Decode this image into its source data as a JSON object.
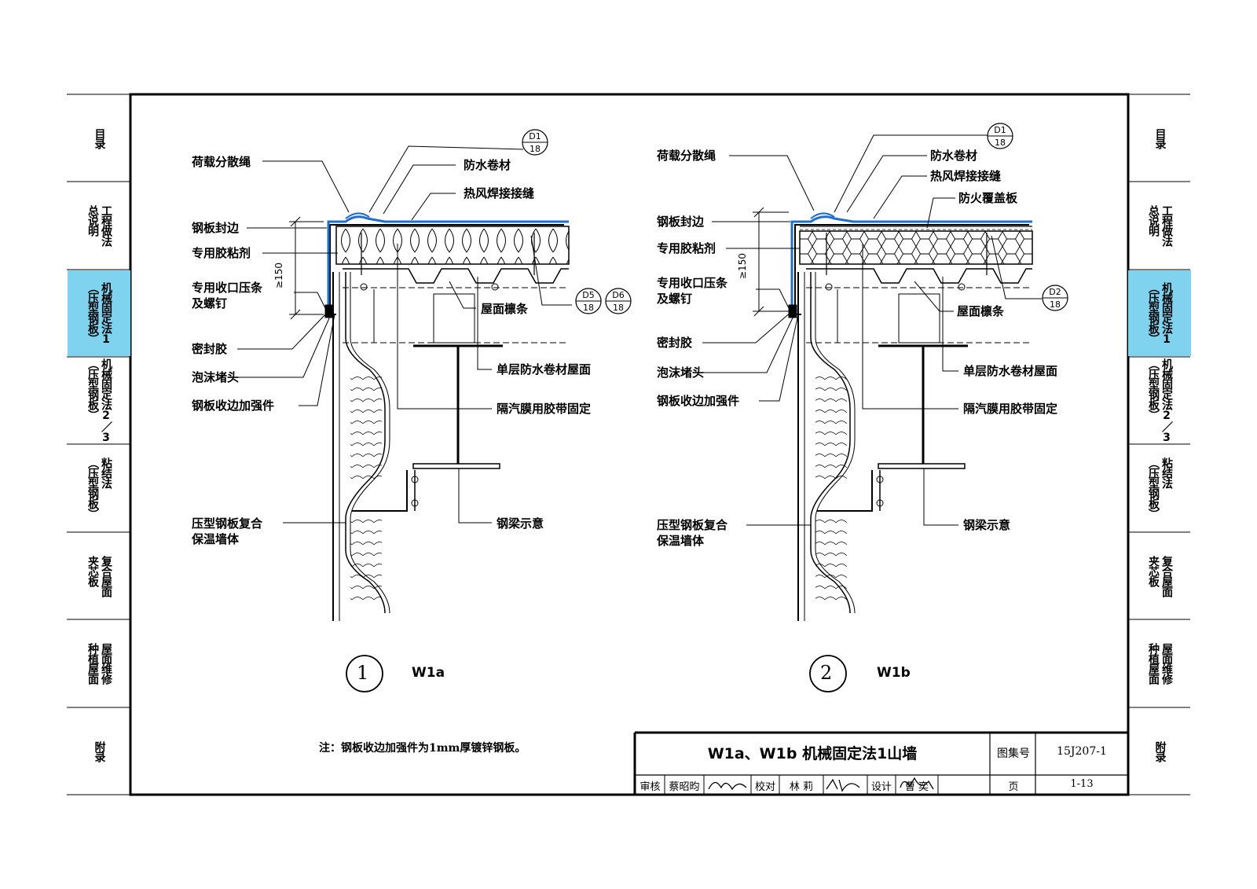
{
  "sidebar_left": [
    {
      "columns": [
        "目录"
      ],
      "active": false
    },
    {
      "columns": [
        "工程做法",
        "总说明"
      ],
      "active": false
    },
    {
      "columns": [
        "机械固定法1",
        "（压型钢板）"
      ],
      "active": true
    },
    {
      "columns": [
        "机械固定法2／3",
        "（压型钢板）"
      ],
      "active": false
    },
    {
      "columns": [
        "粘结法",
        "（压型钢板）"
      ],
      "active": false
    },
    {
      "columns": [
        "复合屋面",
        "夹芯板"
      ],
      "active": false
    },
    {
      "columns": [
        "屋面维修",
        "种植屋面"
      ],
      "active": false
    },
    {
      "columns": [
        "附录"
      ],
      "active": false
    }
  ],
  "sidebar_right": [
    {
      "columns": [
        "目录"
      ],
      "active": false
    },
    {
      "columns": [
        "工程做法",
        "总说明"
      ],
      "active": false
    },
    {
      "columns": [
        "机械固定法1",
        "（压型钢板）"
      ],
      "active": true
    },
    {
      "columns": [
        "机械固定法2／3",
        "（压型钢板）"
      ],
      "active": false
    },
    {
      "columns": [
        "粘结法",
        "（压型钢板）"
      ],
      "active": false
    },
    {
      "columns": [
        "复合屋面",
        "夹芯板"
      ],
      "active": false
    },
    {
      "columns": [
        "屋面维修",
        "种植屋面"
      ],
      "active": false
    },
    {
      "columns": [
        "附录"
      ],
      "active": false
    }
  ],
  "detail1": {
    "number": "1",
    "code": "W1a",
    "labels": {
      "rope": "荷载分散绳",
      "membrane": "防水卷材",
      "weld": "热风焊接接缝",
      "edge": "钢板封边",
      "glue": "专用胶粘剂",
      "strip": "专用收口压条\n及螺钉",
      "purlin": "屋面檩条",
      "sealant": "密封胶",
      "foam": "泡沫堵头",
      "reinforce": "钢板收边加强件",
      "single": "单层防水卷材屋面",
      "vapor": "隔汽膜用胶带固定",
      "wall": "压型钢板复合\n保温墙体",
      "beam": "钢梁示意"
    },
    "dim": "≥150",
    "refs": [
      {
        "top": "D1",
        "bottom": "18"
      },
      {
        "top": "D5",
        "bottom": "18"
      },
      {
        "top": "D6",
        "bottom": "18"
      }
    ]
  },
  "detail2": {
    "number": "2",
    "code": "W1b",
    "labels": {
      "rope": "荷载分散绳",
      "membrane": "防水卷材",
      "weld": "热风焊接接缝",
      "fire": "防火覆盖板",
      "edge": "钢板封边",
      "glue": "专用胶粘剂",
      "strip": "专用收口压条\n及螺钉",
      "purlin": "屋面檩条",
      "sealant": "密封胶",
      "foam": "泡沫堵头",
      "reinforce": "钢板收边加强件",
      "single": "单层防水卷材屋面",
      "vapor": "隔汽膜用胶带固定",
      "wall": "压型钢板复合\n保温墙体",
      "beam": "钢梁示意"
    },
    "dim": "≥150",
    "refs": [
      {
        "top": "D1",
        "bottom": "18"
      },
      {
        "top": "D2",
        "bottom": "18"
      }
    ]
  },
  "note": "注：钢板收边加强件为1mm厚镀锌钢板。",
  "title_block": {
    "title": "W1a、W1b 机械固定法1山墙",
    "atlas_label": "图集号",
    "atlas_no": "15J207-1",
    "review_label": "审核",
    "reviewer": "蔡昭昀",
    "check_label": "校对",
    "checker": "林 莉",
    "design_label": "设计",
    "designer": "曹 奕",
    "page_label": "页",
    "page_no": "1-13"
  },
  "colors": {
    "membrane": "#1f6fd1",
    "active_tab": "#7fd3ee",
    "line": "#000000"
  }
}
